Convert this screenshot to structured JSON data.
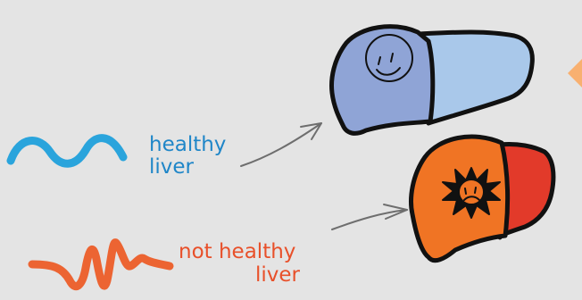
{
  "colors": {
    "background": "#e4e4e4",
    "healthy": "#1f86c8",
    "healthy_wave": "#2aa4dc",
    "not_healthy": "#e8502a",
    "not_healthy_wave": "#ec6432",
    "healthy_liver_main": "#8fa4d6",
    "healthy_liver_lobe": "#a9c8ea",
    "sick_liver_main": "#f07424",
    "sick_liver_lobe": "#e23a2a",
    "accent_triangle": "#f8b070",
    "outline": "#111111",
    "arrow": "#6e6e6e"
  },
  "labels": {
    "healthy": {
      "line1": "healthy",
      "line2": "liver"
    },
    "not_healthy": {
      "line1": "not healthy",
      "line2": "liver"
    }
  },
  "icons": {
    "healthy_face": "smiley-face-icon",
    "sick_face": "frowning-face-icon",
    "healthy_wave": "smooth-wave-icon",
    "not_healthy_wave": "jagged-wave-icon"
  }
}
